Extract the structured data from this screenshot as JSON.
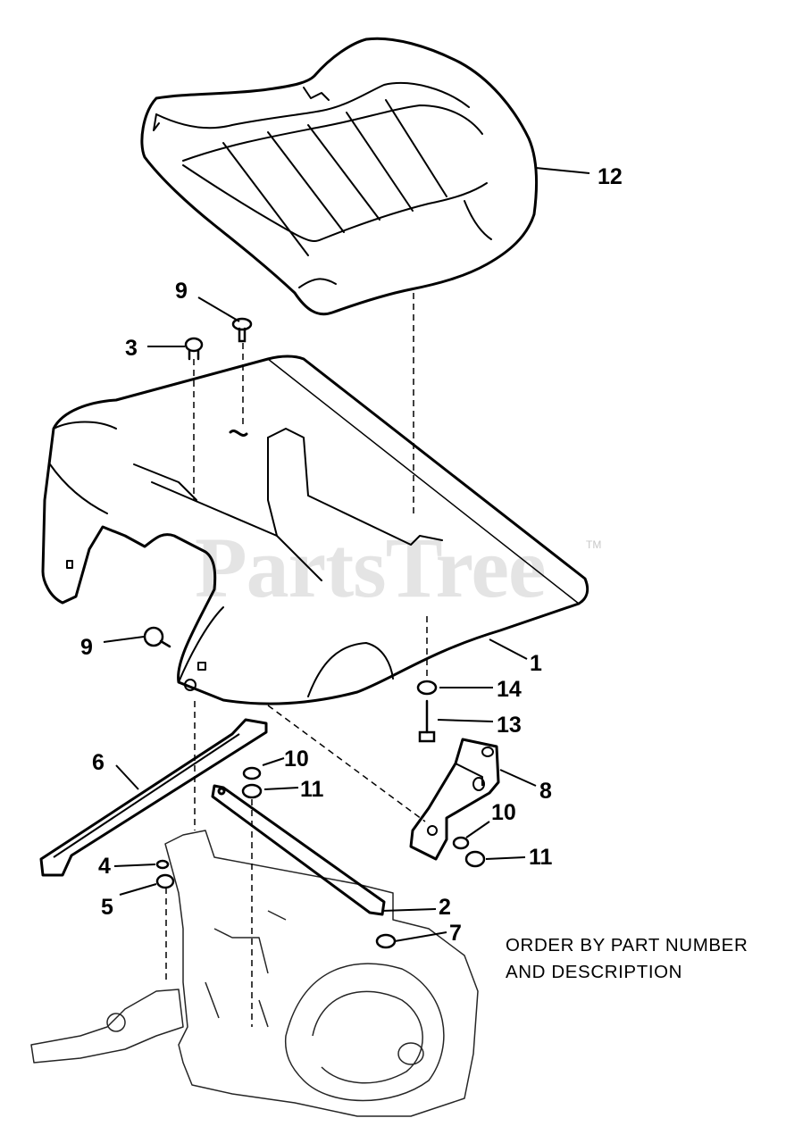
{
  "diagram": {
    "callouts": {
      "c1": "1",
      "c2": "2",
      "c3": "3",
      "c4": "4",
      "c5": "5",
      "c6": "6",
      "c7": "7",
      "c8": "8",
      "c9a": "9",
      "c9b": "9",
      "c10a": "10",
      "c10b": "10",
      "c11a": "11",
      "c11b": "11",
      "c12": "12",
      "c13": "13",
      "c14": "14"
    },
    "note_line1": "ORDER BY PART NUMBER",
    "note_line2": "AND DESCRIPTION"
  },
  "watermark": {
    "text": "PartsTree",
    "trademark": "TM"
  }
}
